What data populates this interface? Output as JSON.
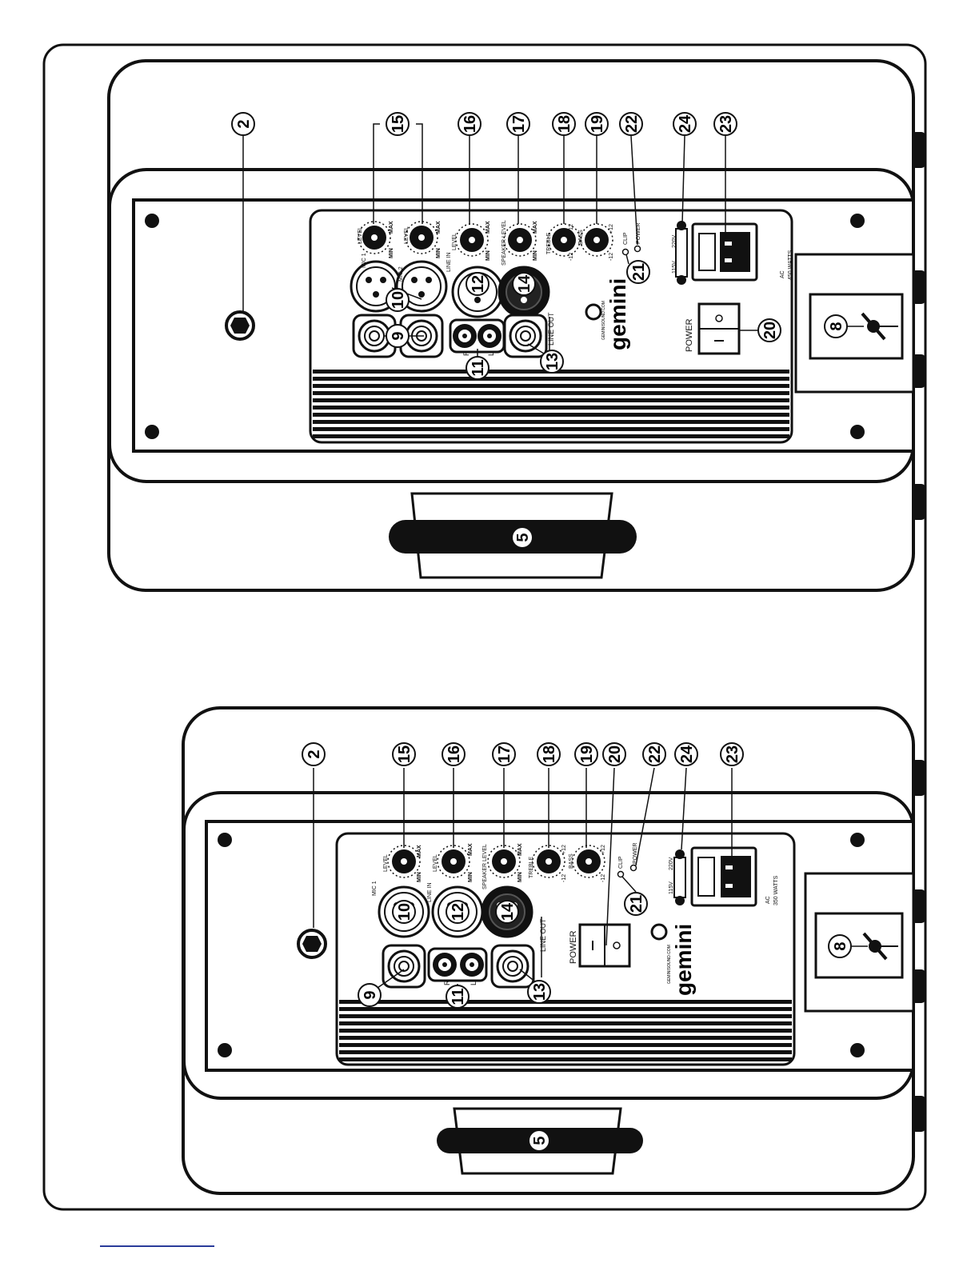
{
  "panel_a": {
    "callouts_top": [
      "2",
      "15",
      "16",
      "17",
      "18",
      "19",
      "22",
      "24",
      "23"
    ],
    "body_callouts": {
      "c9": "9",
      "c10": "10",
      "c11": "11",
      "c12": "12",
      "c13": "13",
      "c14": "14",
      "c21": "21",
      "c20": "20",
      "c8": "8",
      "c5": "5"
    },
    "knob_labels": {
      "level": "LEVEL",
      "max": "MAX",
      "min": "MIN",
      "mic1": "MIC 1",
      "mic2": "MIC 2",
      "line_in": "LINE IN",
      "speaker_level": "SPEAKER LEVEL",
      "treble": "TREBLE",
      "bass": "BASS",
      "plus12": "+12",
      "minus12": "-12",
      "clip": "CLIP",
      "power_led": "POWER"
    },
    "io_labels": {
      "r": "R",
      "l": "L",
      "line_out": "LINE OUT"
    },
    "voltage": {
      "v115": "115V",
      "v220": "220V"
    },
    "ac_label": "AC",
    "watts": "450 WATTS",
    "power_switch": "POWER",
    "brand": "gemini",
    "brand_sub": "GEMINISOUND.COM"
  },
  "panel_b": {
    "callouts_top": [
      "2",
      "15",
      "16",
      "17",
      "18",
      "19",
      "20",
      "22",
      "24",
      "23"
    ],
    "body_callouts": {
      "c9": "9",
      "c10": "10",
      "c11": "11",
      "c12": "12",
      "c13": "13",
      "c14": "14",
      "c21": "21",
      "c8": "8",
      "c5": "5"
    },
    "knob_labels": {
      "level": "LEVEL",
      "max": "MAX",
      "min": "MIN",
      "mic1": "MIC 1",
      "line_in": "LINE IN",
      "speaker_level": "SPEAKER LEVEL",
      "treble": "TREBLE",
      "bass": "BASS",
      "plus12": "+12",
      "minus12": "-12",
      "clip": "CLIP",
      "power_led": "POWER"
    },
    "io_labels": {
      "r": "R",
      "l": "L",
      "line_out": "LINE OUT"
    },
    "voltage": {
      "v115": "115V",
      "v220": "220V"
    },
    "ac_label": "AC",
    "watts": "350 WATTS",
    "power_switch": "POWER",
    "brand": "gemini",
    "brand_sub": "GEMINISOUND.COM"
  }
}
